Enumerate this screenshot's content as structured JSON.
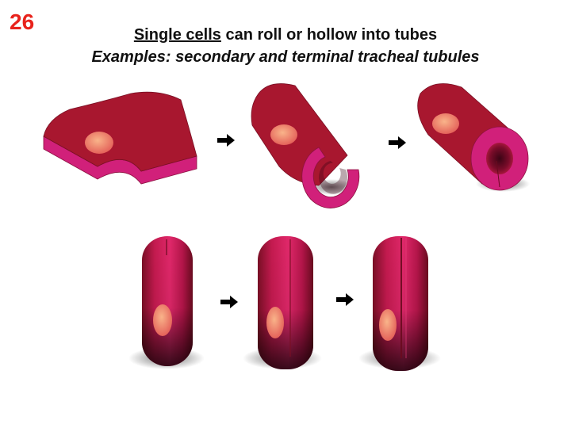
{
  "slide": {
    "number": "26",
    "title_underlined": "Single cells",
    "title_rest": " can roll or hollow into tubes",
    "subtitle": "Examples: secondary and terminal tracheal tubules"
  },
  "colors": {
    "number": "#e8231c",
    "cell_top": "#a8172f",
    "cell_edge": "#d1207a",
    "nucleus": "#f07a5e",
    "arrow": "#000000"
  },
  "rows": {
    "rolling": [
      "flat-cell",
      "rolling-cell",
      "rolled-tube"
    ],
    "hollowing": [
      "solid-cell",
      "hollowing-cell",
      "hollow-tube"
    ]
  }
}
